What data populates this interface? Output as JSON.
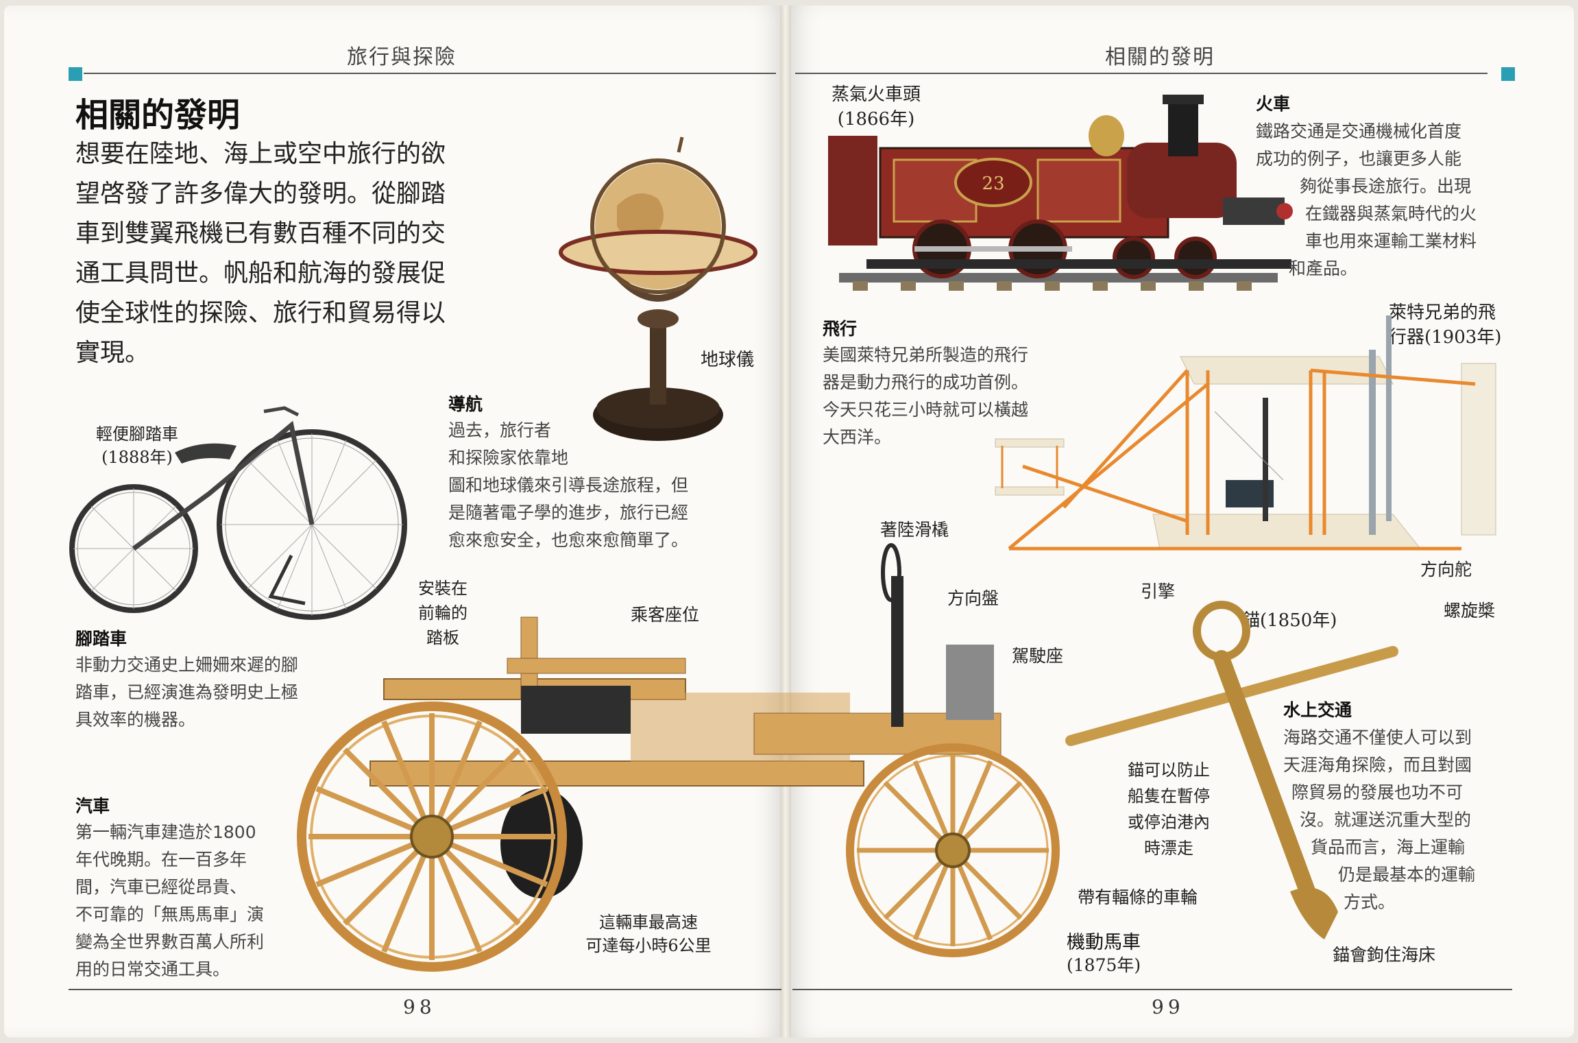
{
  "left_page": {
    "running_head": "旅行與探險",
    "title": "相關的發明",
    "intro": [
      "想要在陸地、海上或空中旅行的欲",
      "望啓發了許多偉大的發明。從腳踏",
      "車到雙翼飛機已有數百種不同的交",
      "通工具問世。帆船和航海的發展促",
      "使全球性的探險、旅行和貿易得以",
      "實現。"
    ],
    "globe_label": "地球儀",
    "navigation": {
      "heading": "導航",
      "lines": [
        "過去，旅行者",
        "和探險家依靠地",
        "圖和地球儀來引導長途旅程，但",
        "是隨著電子學的進步，旅行已經",
        "愈來愈安全，也愈來愈簡單了。"
      ]
    },
    "bicycle_label": [
      "輕便腳踏車",
      "(1888年)"
    ],
    "pedal_label": [
      "安裝在",
      "前輪的",
      "踏板"
    ],
    "bicycle": {
      "heading": "腳踏車",
      "lines": [
        "非動力交通史上姍姍來遲的腳",
        "踏車，已經演進為發明史上極",
        "具效率的機器。"
      ]
    },
    "car": {
      "heading": "汽車",
      "lines": [
        "第一輛汽車建造於1800",
        "年代晚期。在一百多年",
        "間，汽車已經從昂貴、",
        "不可靠的「無馬馬車」演",
        "變為全世界數百萬人所利",
        "用的日常交通工具。"
      ]
    },
    "passenger_seat_label": "乘客座位",
    "speed_label": [
      "這輛車最高速",
      "可達每小時6公里"
    ],
    "page_number": "98"
  },
  "right_page": {
    "running_head": "相關的發明",
    "locomotive_label": [
      "蒸氣火車頭",
      "(1866年)"
    ],
    "train": {
      "heading": "火車",
      "lines": [
        "鐵路交通是交通機械化首度",
        "成功的例子，也讓更多人能",
        "夠從事長途旅行。出現",
        "在鐵器與蒸氣時代的火",
        "車也用來運輸工業材料",
        "和產品。"
      ]
    },
    "loco_plate": "23",
    "flight": {
      "heading": "飛行",
      "lines": [
        "美國萊特兄弟所製造的飛行",
        "器是動力飛行的成功首例。",
        "今天只花三小時就可以橫越",
        "大西洋。"
      ]
    },
    "wright_label": [
      "萊特兄弟的飛",
      "行器(1903年)"
    ],
    "skid_label": "著陸滑橇",
    "engine_label": "引擎",
    "rudder_label": "方向舵",
    "propeller_label": "螺旋槳",
    "steering_label": "方向盤",
    "driver_seat_label": "駕駛座",
    "anchor_label": "錨(1850年)",
    "water": {
      "heading": "水上交通",
      "lines": [
        "海路交通不僅使人可以到",
        "天涯海角探險，而且對國",
        "際貿易的發展也功不可",
        "沒。就運送沉重大型的",
        "貨品而言，海上運輸",
        "仍是最基本的運輸",
        "方式。"
      ]
    },
    "anchor_note": [
      "錨可以防止",
      "船隻在暫停",
      "或停泊港內",
      "時漂走"
    ],
    "spoke_label": "帶有輻條的車輪",
    "carriage_label": [
      "機動馬車",
      "(1875年)"
    ],
    "seabed_label": "錨會鉤住海床",
    "page_number": "99"
  },
  "colors": {
    "accent_square": "#2a9fb3",
    "wood": "#d7a45c",
    "loco_red": "#8e2a22",
    "plane_orange": "#e8892f"
  }
}
